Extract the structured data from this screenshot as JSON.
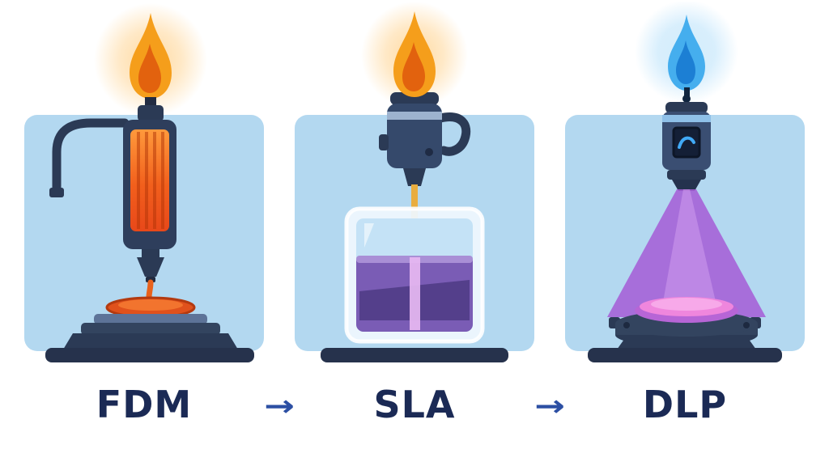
{
  "labels": [
    {
      "text": "FDM"
    },
    {
      "text": "SLA"
    },
    {
      "text": "DLP"
    }
  ],
  "arrows": [
    {
      "glyph": "→"
    },
    {
      "glyph": "→"
    }
  ],
  "colors": {
    "background": "#ffffff",
    "panel_blue": "#b3d8f0",
    "label_navy": "#1b2a55",
    "arrow_blue": "#2c4fa3",
    "flame_orange": "#f59e1b",
    "flame_orange_core": "#e2620e",
    "flame_blue": "#45aeee",
    "flame_blue_core": "#1c7fd4",
    "glow_orange": "#ffd79a",
    "glow_blue": "#bfe4fb",
    "machine_navy": "#2e3e5c",
    "heater_orange": "#f25f1c",
    "molten_orange": "#e0511c",
    "amber_strand": "#e9ad3f",
    "vat_glass_blue": "#c4e2f6",
    "resin_purple": "#7a5cb5",
    "resin_purple_dark": "#4e3b85",
    "resin_highlight_pink": "#e7b9f2",
    "beam_purple": "#a55fd6",
    "beam_highlight": "#d9a6f2",
    "disc_pink": "#ef86dd",
    "platform_navy": "#33445f",
    "base_dark": "#26324c"
  }
}
